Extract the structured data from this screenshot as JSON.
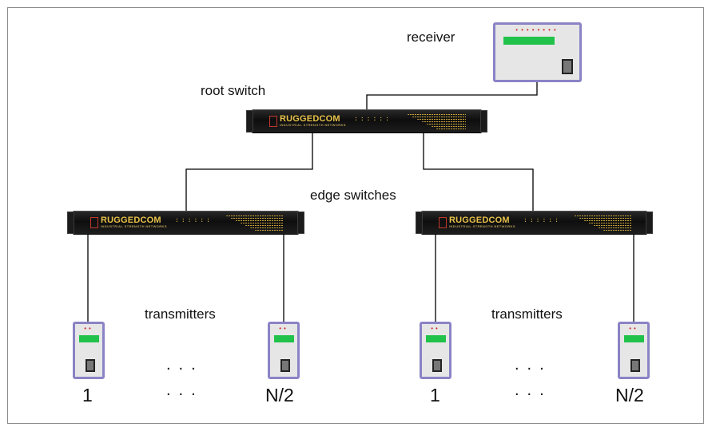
{
  "labels": {
    "receiver": "receiver",
    "root_switch": "root switch",
    "edge_switches": "edge switches",
    "transmitters": "transmitters",
    "first_index": "1",
    "last_index": "N/2",
    "ellipsis": "..."
  },
  "switch": {
    "brand": "RUGGEDCOM",
    "tagline": "INDUSTRIAL STRENGTH NETWORKS",
    "led_glyphs": "::::::"
  },
  "device": {
    "transmitter_leds": "••",
    "receiver_leds": "••••••••"
  },
  "colors": {
    "device_border": "#8a83c6",
    "device_screen": "#21c24a",
    "switch_body": "#111111",
    "switch_brand": "#e8c24a",
    "wire": "#000000"
  },
  "icons": [
    "receiver-icon",
    "switch-icon",
    "transmitter-icon"
  ]
}
